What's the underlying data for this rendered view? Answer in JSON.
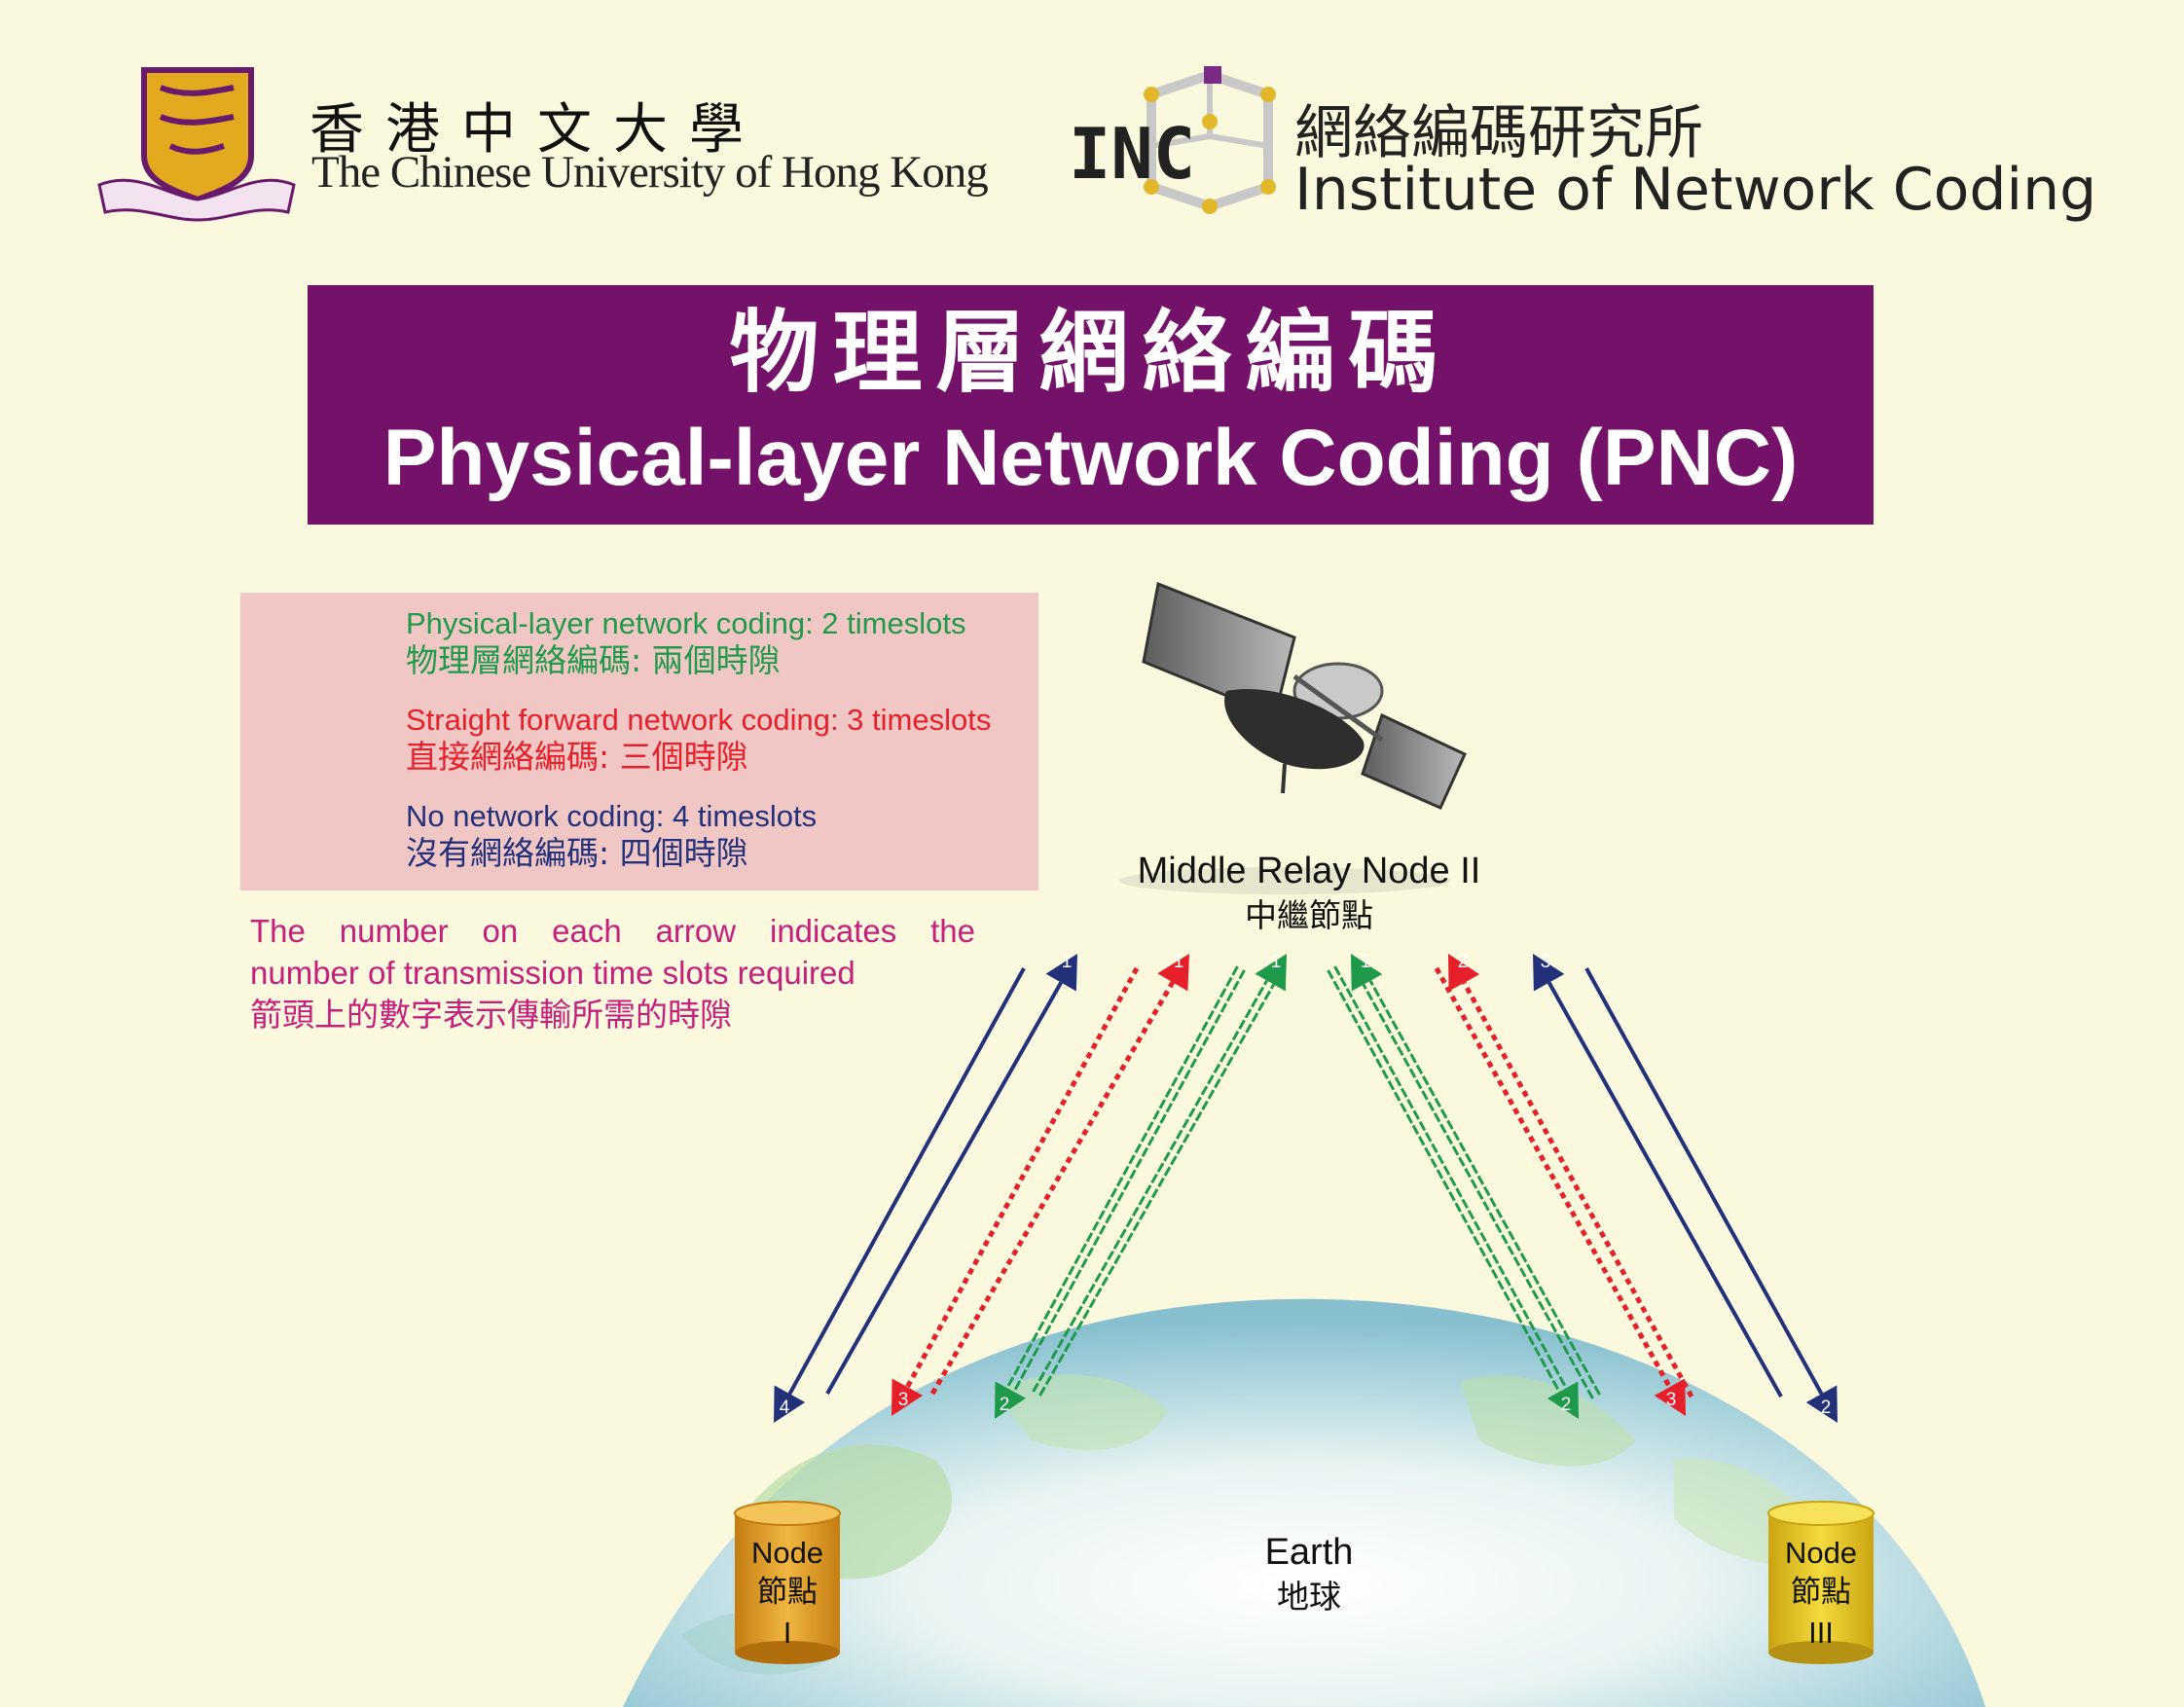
{
  "header": {
    "cuhk_zh": "香港中文大學",
    "cuhk_en": "The Chinese University of Hong Kong",
    "inc_logo_text": "INC",
    "inc_zh": "網絡編碼研究所",
    "inc_en": "Institute of Network Coding"
  },
  "title": {
    "zh": "物理層網絡編碼",
    "en": "Physical-layer Network Coding (PNC)"
  },
  "legend": {
    "items": [
      {
        "en": "Physical-layer network coding: 2 timeslots",
        "zh": "物理層網絡編碼: 兩個時隙",
        "color": "#1e9a4a",
        "style": "double-dashed"
      },
      {
        "en": "Straight forward network coding: 3 timeslots",
        "zh": "直接網絡編碼: 三個時隙",
        "color": "#e5202b",
        "style": "dotted"
      },
      {
        "en": "No network coding: 4 timeslots",
        "zh": "沒有網絡編碼: 四個時隙",
        "color": "#23307a",
        "style": "solid"
      }
    ]
  },
  "note": {
    "line1": "The number on each arrow indicates the",
    "line2": "number of transmission time slots required",
    "zh": "箭頭上的數字表示傳輸所需的時隙"
  },
  "relay": {
    "en": "Middle Relay Node II",
    "zh": "中繼節點"
  },
  "earth": {
    "en": "Earth",
    "zh": "地球"
  },
  "nodes": [
    {
      "en": "Node",
      "zh": "節點",
      "id": "I",
      "color": "#e3a526"
    },
    {
      "en": "Node",
      "zh": "節點",
      "id": "III",
      "color": "#e6c629"
    }
  ],
  "arrow_numbers": {
    "blue_up_left": "1",
    "red_up_left": "1",
    "green_up_left": "1",
    "green_up_right": "1",
    "red_up_right": "2",
    "blue_up_right": "3",
    "blue_down_left": "4",
    "red_down_left": "3",
    "green_down_left": "2",
    "green_down_right": "2",
    "red_down_right": "3",
    "blue_down_right": "2"
  },
  "colors": {
    "background": "#fbf9dd",
    "banner": "#741168",
    "legend_box": "#f0c7c4",
    "note_text": "#c51f7c",
    "green": "#1e9a4a",
    "red": "#e5202b",
    "blue": "#23307a"
  }
}
